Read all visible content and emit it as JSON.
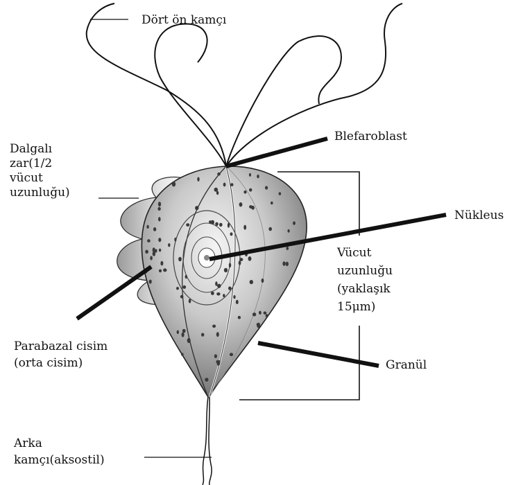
{
  "labels": {
    "anterior_flagella": "Dört ön kamçı",
    "blepharoplast": "Blefaroblast",
    "undulating_membrane": [
      "Dalgalı",
      "zar(1/2",
      "vücut",
      "uzunluğu)"
    ],
    "nucleus": "Nükleus",
    "body_length": [
      "Vücut",
      "uzunluğu",
      "(yaklaşık",
      "15μm)"
    ],
    "parabasal_body": [
      "Parabazal cisim",
      "(orta cisim)"
    ],
    "granule": "Granül",
    "posterior_flagellum": [
      "Arka",
      "kamçı(aksostil)"
    ]
  },
  "colors": {
    "ink": "#111111",
    "body_light": "#f2f2f2",
    "body_dark": "#6e6e6e",
    "membrane": "#bdbdbd",
    "granule": "#3a3a3a"
  }
}
